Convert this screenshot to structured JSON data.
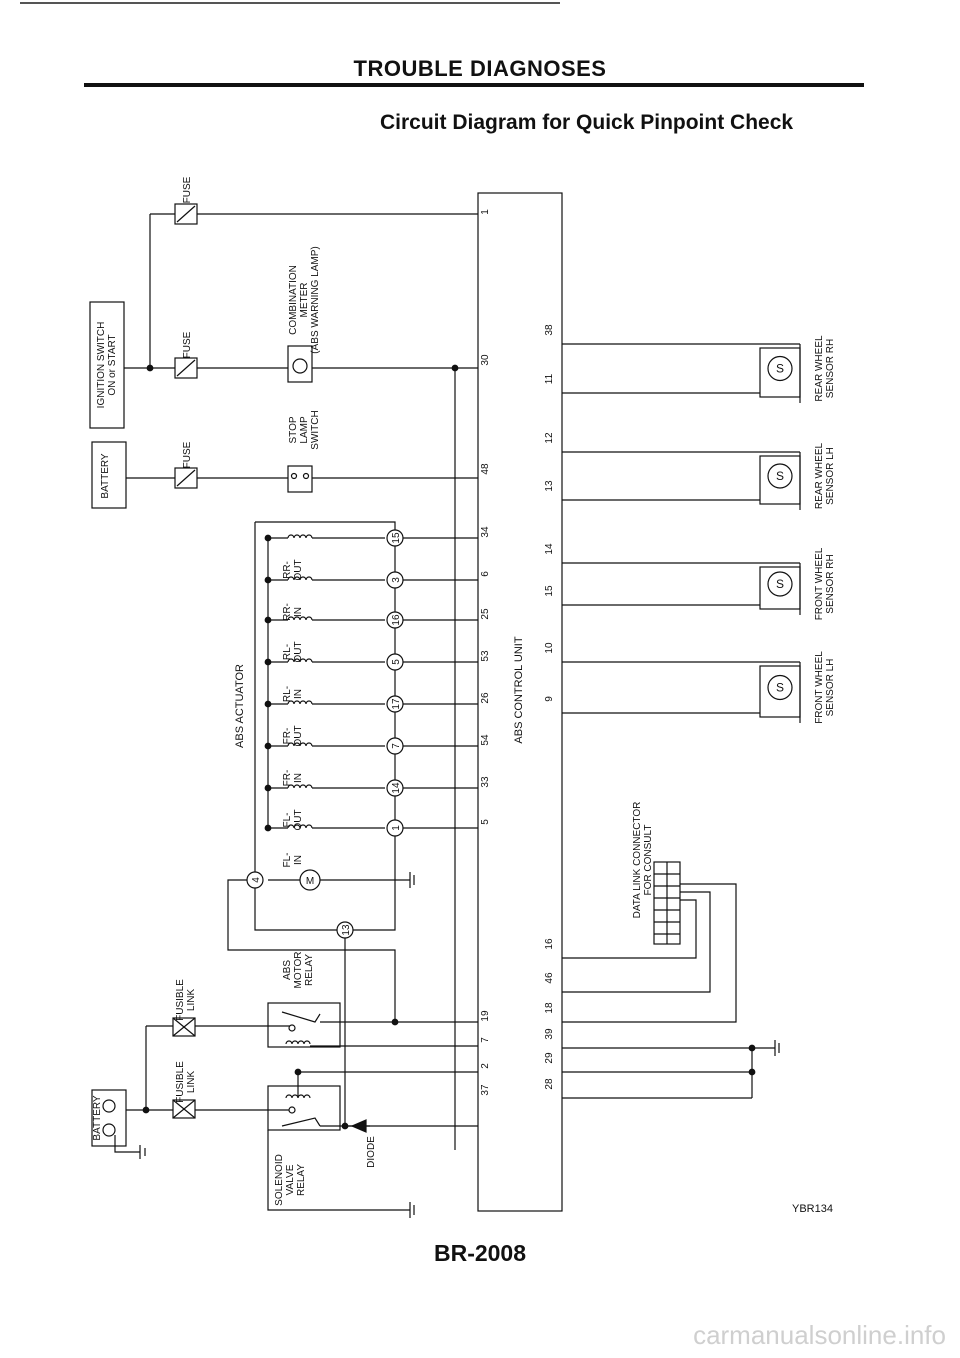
{
  "header": {
    "title": "TROUBLE DIAGNOSES",
    "subtitle": "Circuit Diagram for Quick Pinpoint Check"
  },
  "footer": {
    "page_number": "BR-2008",
    "figure_id": "YBR134",
    "watermark": "carmanualsonline.info"
  },
  "labels": {
    "fuse": "FUSE",
    "ignition_switch": [
      "IGNITION SWITCH",
      "ON or START"
    ],
    "battery": "BATTERY",
    "combination_meter": [
      "COMBINATION",
      "METER",
      "(ABS WARNING LAMP)"
    ],
    "stop_lamp_switch": [
      "STOP",
      "LAMP",
      "SWITCH"
    ],
    "abs_actuator": "ABS ACTUATOR",
    "abs_control_unit": "ABS CONTROL UNIT",
    "fusible_link": [
      "FUSIBLE",
      "LINK"
    ],
    "abs_motor_relay": [
      "ABS",
      "MOTOR",
      "RELAY"
    ],
    "solenoid_valve_relay": [
      "SOLENOID",
      "VALVE",
      "RELAY"
    ],
    "diode": "DIODE",
    "data_link_connector": [
      "DATA LINK CONNECTOR",
      "FOR CONSULT"
    ],
    "wheel_sensors": [
      [
        "REAR WHEEL",
        "SENSOR RH"
      ],
      [
        "REAR WHEEL",
        "SENSOR LH"
      ],
      [
        "FRONT WHEEL",
        "SENSOR RH"
      ],
      [
        "FRONT WHEEL",
        "SENSOR LH"
      ]
    ],
    "solenoids": [
      [
        "RR-",
        "OUT"
      ],
      [
        "RR-",
        "IN"
      ],
      [
        "RL-",
        "OUT"
      ],
      [
        "RL-",
        "IN"
      ],
      [
        "FR-",
        "OUT"
      ],
      [
        "FR-",
        "IN"
      ],
      [
        "FL-",
        "OUT"
      ],
      [
        "FL-",
        "IN"
      ]
    ],
    "actuator_circles": [
      "15",
      "3",
      "16",
      "5",
      "17",
      "7",
      "14",
      "1"
    ],
    "actuator_pins": [
      "4",
      "13"
    ],
    "cu_left_pins": [
      "1",
      "30",
      "48",
      "34",
      "6",
      "25",
      "53",
      "26",
      "54",
      "33",
      "5",
      "19",
      "7",
      "2",
      "37"
    ],
    "cu_right_pins": [
      "38",
      "11",
      "12",
      "13",
      "14",
      "15",
      "10",
      "9",
      "16",
      "46",
      "18",
      "39",
      "29",
      "28"
    ]
  }
}
